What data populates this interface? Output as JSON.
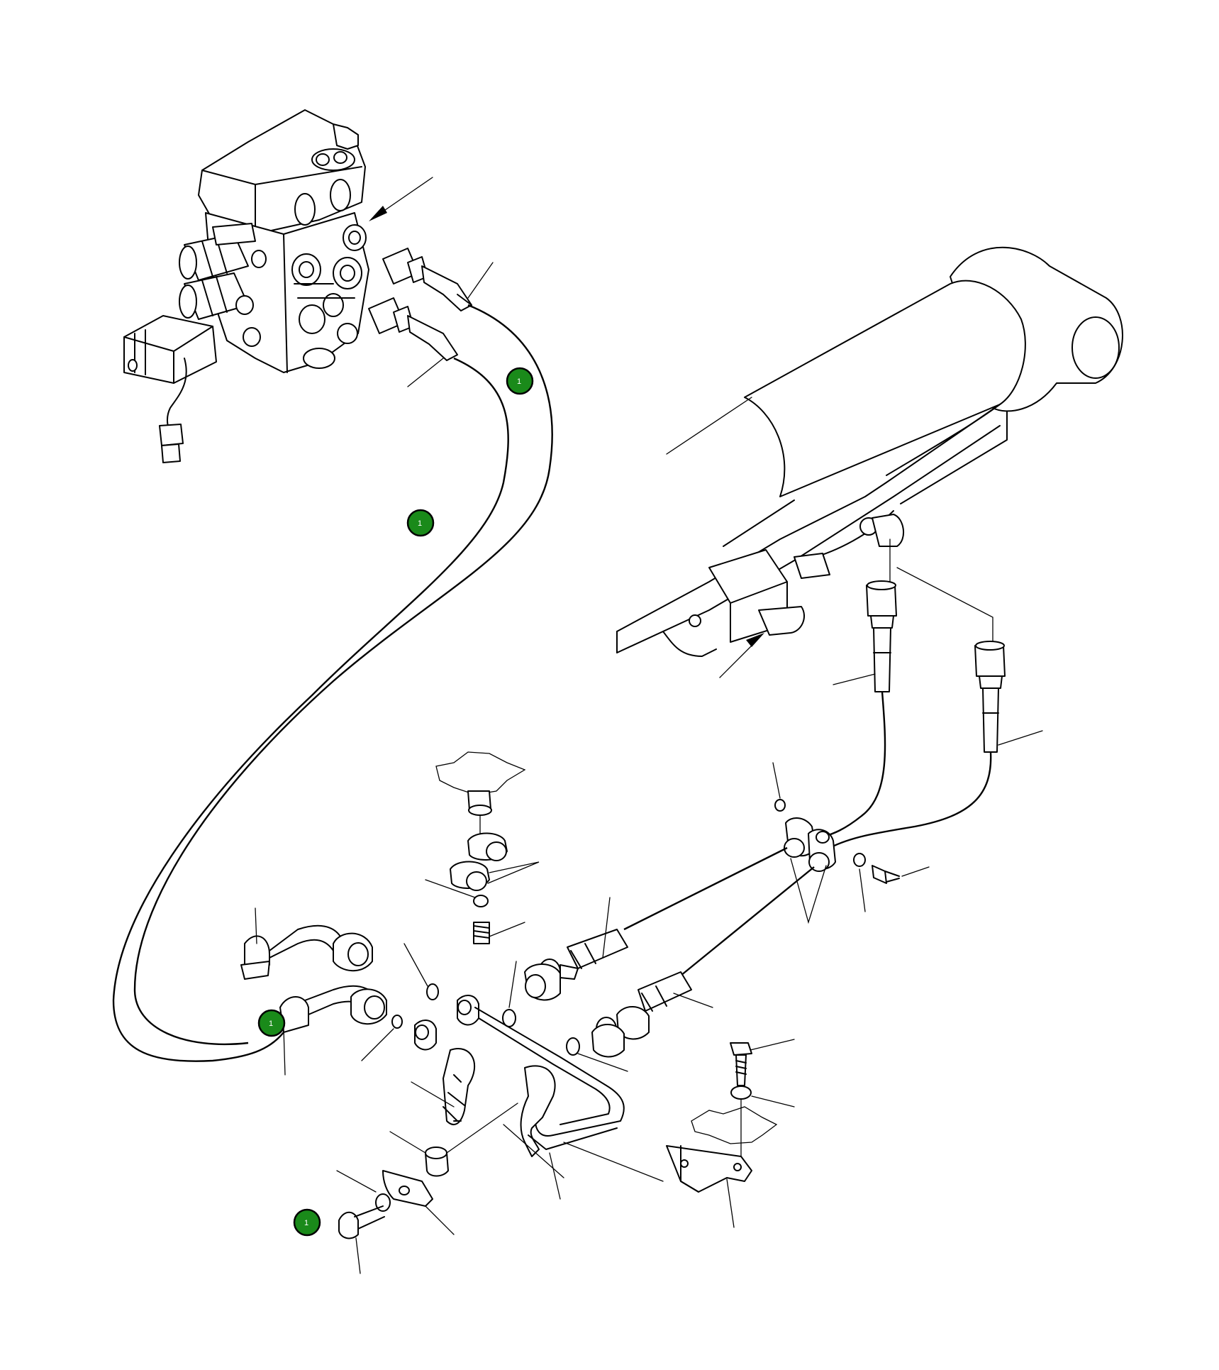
{
  "diagram": {
    "callouts": [
      {
        "id": "callout-1",
        "label": "1"
      },
      {
        "id": "callout-2",
        "label": "1"
      },
      {
        "id": "callout-3",
        "label": "1"
      },
      {
        "id": "callout-4",
        "label": "1"
      }
    ],
    "colors": {
      "callout_fill": "#1a8a1a",
      "callout_text": "#ffffff",
      "line": "#000000",
      "background": "#ffffff"
    }
  }
}
